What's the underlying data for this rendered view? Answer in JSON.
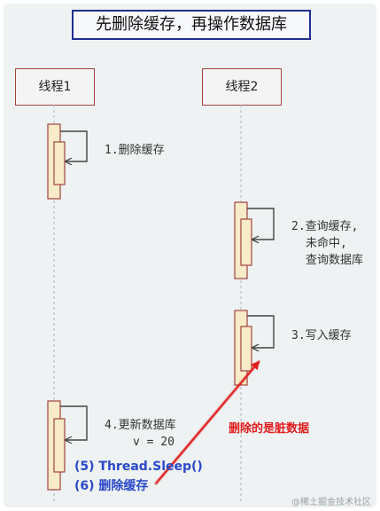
{
  "title": "先删除缓存，再操作数据库",
  "threads": [
    "线程1",
    "线程2"
  ],
  "steps": {
    "s1": "1.删除缓存",
    "s2": [
      "2.查询缓存,",
      "未命中,",
      "查询数据库"
    ],
    "s3": "3.写入缓存",
    "s4": [
      "4.更新数据库",
      "v = 20"
    ]
  },
  "extra": {
    "sleep": "(5) Thread.Sleep()",
    "delete": "(6) 删除缓存"
  },
  "note": "删除的是脏数据",
  "watermark": "@稀土掘金技术社区",
  "colors": {
    "activation": "#f8ebc8",
    "activation_border": "#a1433d",
    "arrow": "#e02020",
    "blue": "#2a49c8"
  }
}
